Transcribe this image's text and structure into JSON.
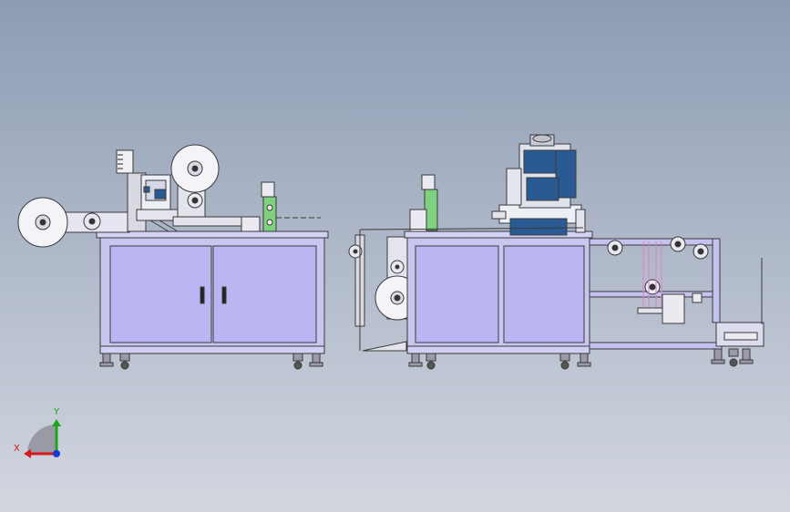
{
  "triad": {
    "x_label": "X",
    "y_label": "Y",
    "x_color": "#d4181c",
    "y_color": "#1aa51a",
    "z_color": "#1838d4"
  },
  "colors": {
    "frame": "#c8c6ee",
    "frame_edge": "#3a3a3a",
    "panel": "#b9b6f3",
    "bar": "#c4c2ee",
    "motor_blue": "#2a5a94",
    "accent_green": "#7fd07f",
    "accent_pink": "#e080c8"
  },
  "machine": {
    "name": "",
    "modules": [
      "left-cabinet",
      "right-cabinet",
      "extension-frame"
    ]
  }
}
